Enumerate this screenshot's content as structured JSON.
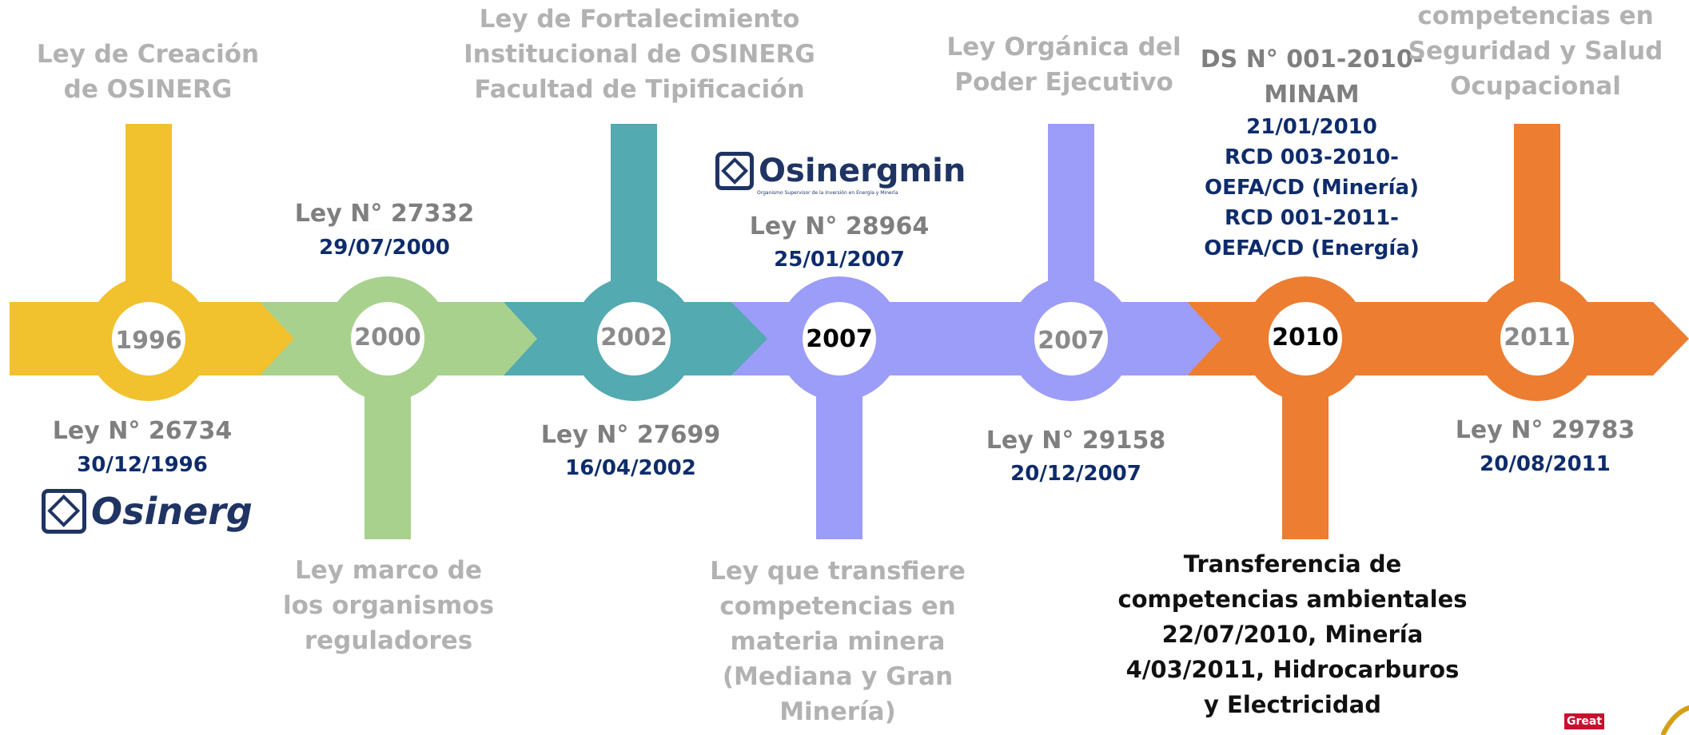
{
  "milestones": [
    {
      "year": "1996",
      "above": [
        "Ley de Creación",
        "de OSINERG"
      ],
      "law": "Ley N° 26734",
      "date": "30/12/1996"
    },
    {
      "year": "2000",
      "law": "Ley N° 27332",
      "date": "29/07/2000",
      "below": [
        "Ley marco de",
        "los organismos",
        "reguladores"
      ]
    },
    {
      "year": "2002",
      "above": [
        "Ley de Fortalecimiento",
        "Institucional de OSINERG",
        "Facultad de Tipificación"
      ],
      "law": "Ley N° 27699",
      "date": "16/04/2002"
    },
    {
      "year": "2007",
      "law": "Ley N° 28964",
      "date": "25/01/2007",
      "below": [
        "Ley que transfiere",
        "competencias en",
        "materia minera",
        "(Mediana y Gran",
        "Minería)"
      ]
    },
    {
      "year": "2007",
      "above": [
        "Ley Orgánica del",
        "Poder Ejecutivo"
      ],
      "law": "Ley N° 29158",
      "date": "20/12/2007"
    },
    {
      "year": "2010",
      "decree": [
        "DS N° 001-2010-",
        "MINAM"
      ],
      "decree_details": [
        "21/01/2010",
        "RCD 003-2010-",
        "OEFA/CD (Minería)",
        "RCD 001-2011-",
        "OEFA/CD (Energía)"
      ],
      "below": [
        "Transferencia de",
        "competencias ambientales",
        "22/07/2010, Minería",
        "4/03/2011, Hidrocarburos",
        "y Electricidad"
      ]
    },
    {
      "year": "2011",
      "above": [
        "competencias en",
        "Seguridad y Salud",
        "Ocupacional"
      ],
      "law": "Ley N° 29783",
      "date": "20/08/2011"
    }
  ],
  "logos": {
    "osinerg": "Osinerg",
    "osinergmin": "Osinergmin",
    "osinergmin_tagline": "Organismo Supervisor de la Inversión en Energía y Minería",
    "badge": "Great"
  },
  "colors": {
    "yellow": "#f2c12e",
    "green": "#a9d18e",
    "teal": "#53aab0",
    "lavender": "#9c9cf9",
    "orange": "#ed7d31",
    "navy": "#0e2c6b",
    "gray": "#b2b2b2"
  }
}
